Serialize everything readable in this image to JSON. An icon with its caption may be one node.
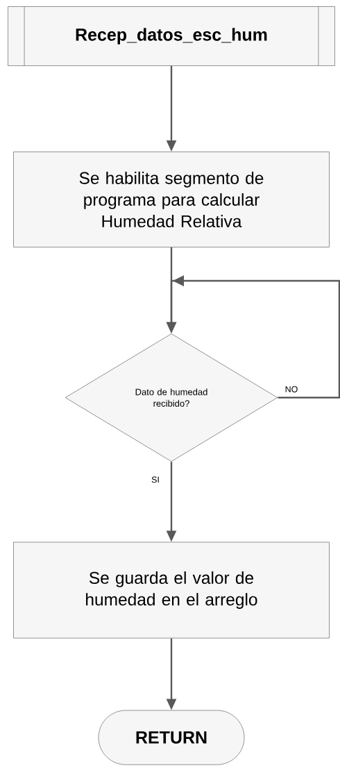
{
  "diagram": {
    "nodes": [
      {
        "text": [
          "Recep_datos_esc_hum"
        ]
      },
      {
        "text": [
          "Se habilita segmento de programa para calcular Humedad Relativa"
        ]
      },
      {
        "text": [
          "Dato de humedad recibido?"
        ]
      },
      {
        "text": [
          "Se guarda el valor de humedad en el arreglo"
        ]
      },
      {
        "text": [
          "RETURN"
        ]
      }
    ],
    "edges": [
      {
        "from": 0,
        "to": 1,
        "arrow": "to"
      },
      {
        "from": 1,
        "to": 2,
        "arrow": "to"
      },
      {
        "from": 2,
        "to": 2,
        "arrow": "to",
        "label": "NO"
      },
      {
        "from": 2,
        "to": 3,
        "arrow": "to",
        "label": "SI"
      },
      {
        "from": 3,
        "to": 4,
        "arrow": "to"
      }
    ]
  }
}
